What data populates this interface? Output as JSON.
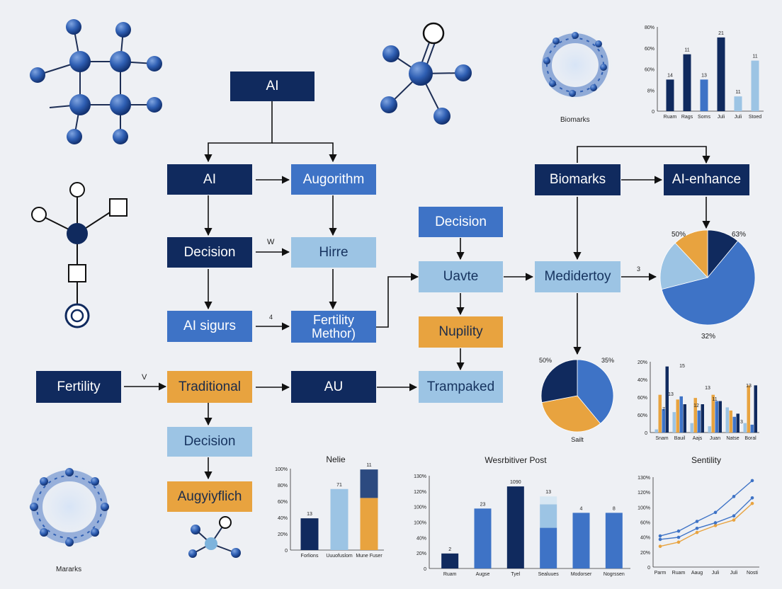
{
  "colors": {
    "navy": "#102a5e",
    "blue": "#3e73c6",
    "light": "#9cc4e4",
    "orange": "#e8a33f",
    "background": "#eef0f4"
  },
  "nodes": [
    {
      "id": "ai_top",
      "label": "AI",
      "style": "navy"
    },
    {
      "id": "ai_2",
      "label": "AI",
      "style": "navy"
    },
    {
      "id": "augorithm",
      "label": "Augorithm",
      "style": "blue"
    },
    {
      "id": "decision_1",
      "label": "Decision",
      "style": "navy"
    },
    {
      "id": "hirre",
      "label": "Hirre",
      "style": "light"
    },
    {
      "id": "ai_sigurs",
      "label": "AI sigurs",
      "style": "blue"
    },
    {
      "id": "fertility_method",
      "label": "Fertility\nMethor)",
      "style": "blue"
    },
    {
      "id": "fertility_left",
      "label": "Fertility",
      "style": "navy"
    },
    {
      "id": "traditional",
      "label": "Traditional",
      "style": "orange"
    },
    {
      "id": "au",
      "label": "AU",
      "style": "navy"
    },
    {
      "id": "decision_2",
      "label": "Decision",
      "style": "light"
    },
    {
      "id": "augyiyflich",
      "label": "Augyiyflich",
      "style": "orange"
    },
    {
      "id": "decision_3",
      "label": "Decision",
      "style": "blue"
    },
    {
      "id": "uavte",
      "label": "Uavte",
      "style": "light"
    },
    {
      "id": "nupility",
      "label": "Nupility",
      "style": "orange"
    },
    {
      "id": "trampaked",
      "label": "Trampaked",
      "style": "light"
    },
    {
      "id": "biomarks_box",
      "label": "Biomarks",
      "style": "navy"
    },
    {
      "id": "ai_enhance",
      "label": "AI-enhance",
      "style": "navy"
    },
    {
      "id": "medidertoy",
      "label": "Medidertoy",
      "style": "light"
    }
  ],
  "edge_labels": {
    "decision_hirre": "W",
    "aisigurs_method": "4",
    "fertility_traditional": "V",
    "medidertoy_pie": "3"
  },
  "icon_captions": {
    "biomarks": "Biomarks",
    "marks": "Mararks"
  },
  "chart_data": [
    {
      "type": "bar",
      "ytick_labels": [
        "0",
        "8%",
        "60%",
        "60%",
        "80%"
      ],
      "categories": [
        "Ruam",
        "Rags",
        "Soms",
        "Juli",
        "Juli",
        "Stoed"
      ],
      "values": [
        1.5,
        2.7,
        1.5,
        3.5,
        0.7,
        2.4
      ],
      "value_labels": [
        "14",
        "11",
        "13",
        "21",
        "11",
        "11"
      ],
      "colors": [
        "#102a5e",
        "#102a5e",
        "#3e73c6",
        "#102a5e",
        "#9cc4e4",
        "#9cc4e4"
      ],
      "ylim": [
        0,
        4
      ]
    },
    {
      "type": "pie",
      "labels": [
        "50%",
        "63%",
        "32%"
      ],
      "values": [
        11,
        60,
        17,
        12
      ],
      "colors": [
        "#102a5e",
        "#3e73c6",
        "#9cc4e4",
        "#e8a33f"
      ]
    },
    {
      "type": "pie",
      "title": "Sailt",
      "labels": [
        "50%",
        "35%"
      ],
      "values": [
        39,
        33,
        28
      ],
      "colors": [
        "#3e73c6",
        "#e8a33f",
        "#102a5e"
      ]
    },
    {
      "type": "bar",
      "ytick_labels": [
        "0",
        "60%",
        "60%",
        "40%",
        "20%"
      ],
      "categories": [
        "Snam",
        "Bauil",
        "Aajs",
        "Juan",
        "Natse",
        "Boral"
      ],
      "series": [
        {
          "values": [
            0.2,
            1.3,
            0.6,
            0.4,
            1.6,
            0.6
          ]
        },
        {
          "values": [
            2.4,
            2.1,
            2.2,
            2.4,
            1.4,
            3.0
          ]
        },
        {
          "values": [
            1.5,
            2.3,
            1.4,
            2.0,
            1.0,
            0.5
          ]
        },
        {
          "values": [
            4.2,
            1.8,
            1.8,
            2.0,
            1.2,
            3.0
          ]
        }
      ],
      "series_colors": [
        "#9cc4e4",
        "#e8a33f",
        "#3e73c6",
        "#102a5e"
      ],
      "value_labels": [
        "7",
        "13",
        "15",
        "12",
        "13",
        "11",
        "3",
        "13"
      ],
      "ylim": [
        0,
        4.5
      ]
    },
    {
      "type": "bar",
      "title": "Nelie",
      "ytick_labels": [
        "0",
        "20%",
        "40%",
        "60%",
        "80%",
        "100%"
      ],
      "categories": [
        "Forlions",
        "Uuuofuslom",
        "Mune Fuser"
      ],
      "stacks": [
        [
          {
            "value": 39,
            "color": "#102a5e"
          }
        ],
        [
          {
            "value": 75,
            "color": "#9cc4e4"
          }
        ],
        [
          {
            "value": 64,
            "color": "#e8a33f"
          },
          {
            "value": 35,
            "color": "#2c4a80"
          }
        ]
      ],
      "value_labels": [
        "13",
        "71",
        "11"
      ],
      "ylim": [
        0,
        100
      ]
    },
    {
      "type": "bar",
      "title": "Wesrbitiver Post",
      "ytick_labels": [
        "0",
        "20%",
        "40%",
        "100%",
        "100%",
        "120%",
        "130%"
      ],
      "categories": [
        "Ruam",
        "Augse",
        "Tyel",
        "Sealuues",
        "Modorser",
        "Nogrssen"
      ],
      "stacks": [
        [
          {
            "value": 21,
            "color": "#102a5e"
          }
        ],
        [
          {
            "value": 84,
            "color": "#3e73c6"
          }
        ],
        [
          {
            "value": 115,
            "color": "#102a5e"
          }
        ],
        [
          {
            "value": 57,
            "color": "#3e73c6"
          },
          {
            "value": 33,
            "color": "#9cc4e4"
          },
          {
            "value": 11,
            "color": "#d7e7f3"
          }
        ],
        [
          {
            "value": 78,
            "color": "#3e73c6"
          }
        ],
        [
          {
            "value": 78,
            "color": "#3e73c6"
          }
        ]
      ],
      "value_labels": [
        "2",
        "23",
        "1090",
        "13",
        "4",
        "8"
      ],
      "ylim": [
        0,
        130
      ]
    },
    {
      "type": "line",
      "title": "Sentility",
      "ytick_labels": [
        "0",
        "20%",
        "40%",
        "60%",
        "100%",
        "120%",
        "130%"
      ],
      "categories": [
        "Parm",
        "Ruam",
        "Aaug",
        "Juli",
        "Juli",
        "Nosti"
      ],
      "series": [
        {
          "values": [
            30,
            36,
            50,
            60,
            68,
            92
          ],
          "color": "#e8a33f"
        },
        {
          "values": [
            40,
            43,
            56,
            64,
            74,
            100
          ],
          "color": "#3e73c6"
        },
        {
          "values": [
            45,
            52,
            66,
            79,
            102,
            125
          ],
          "color": "#3e73c6"
        }
      ],
      "ylim": [
        0,
        130
      ]
    }
  ]
}
